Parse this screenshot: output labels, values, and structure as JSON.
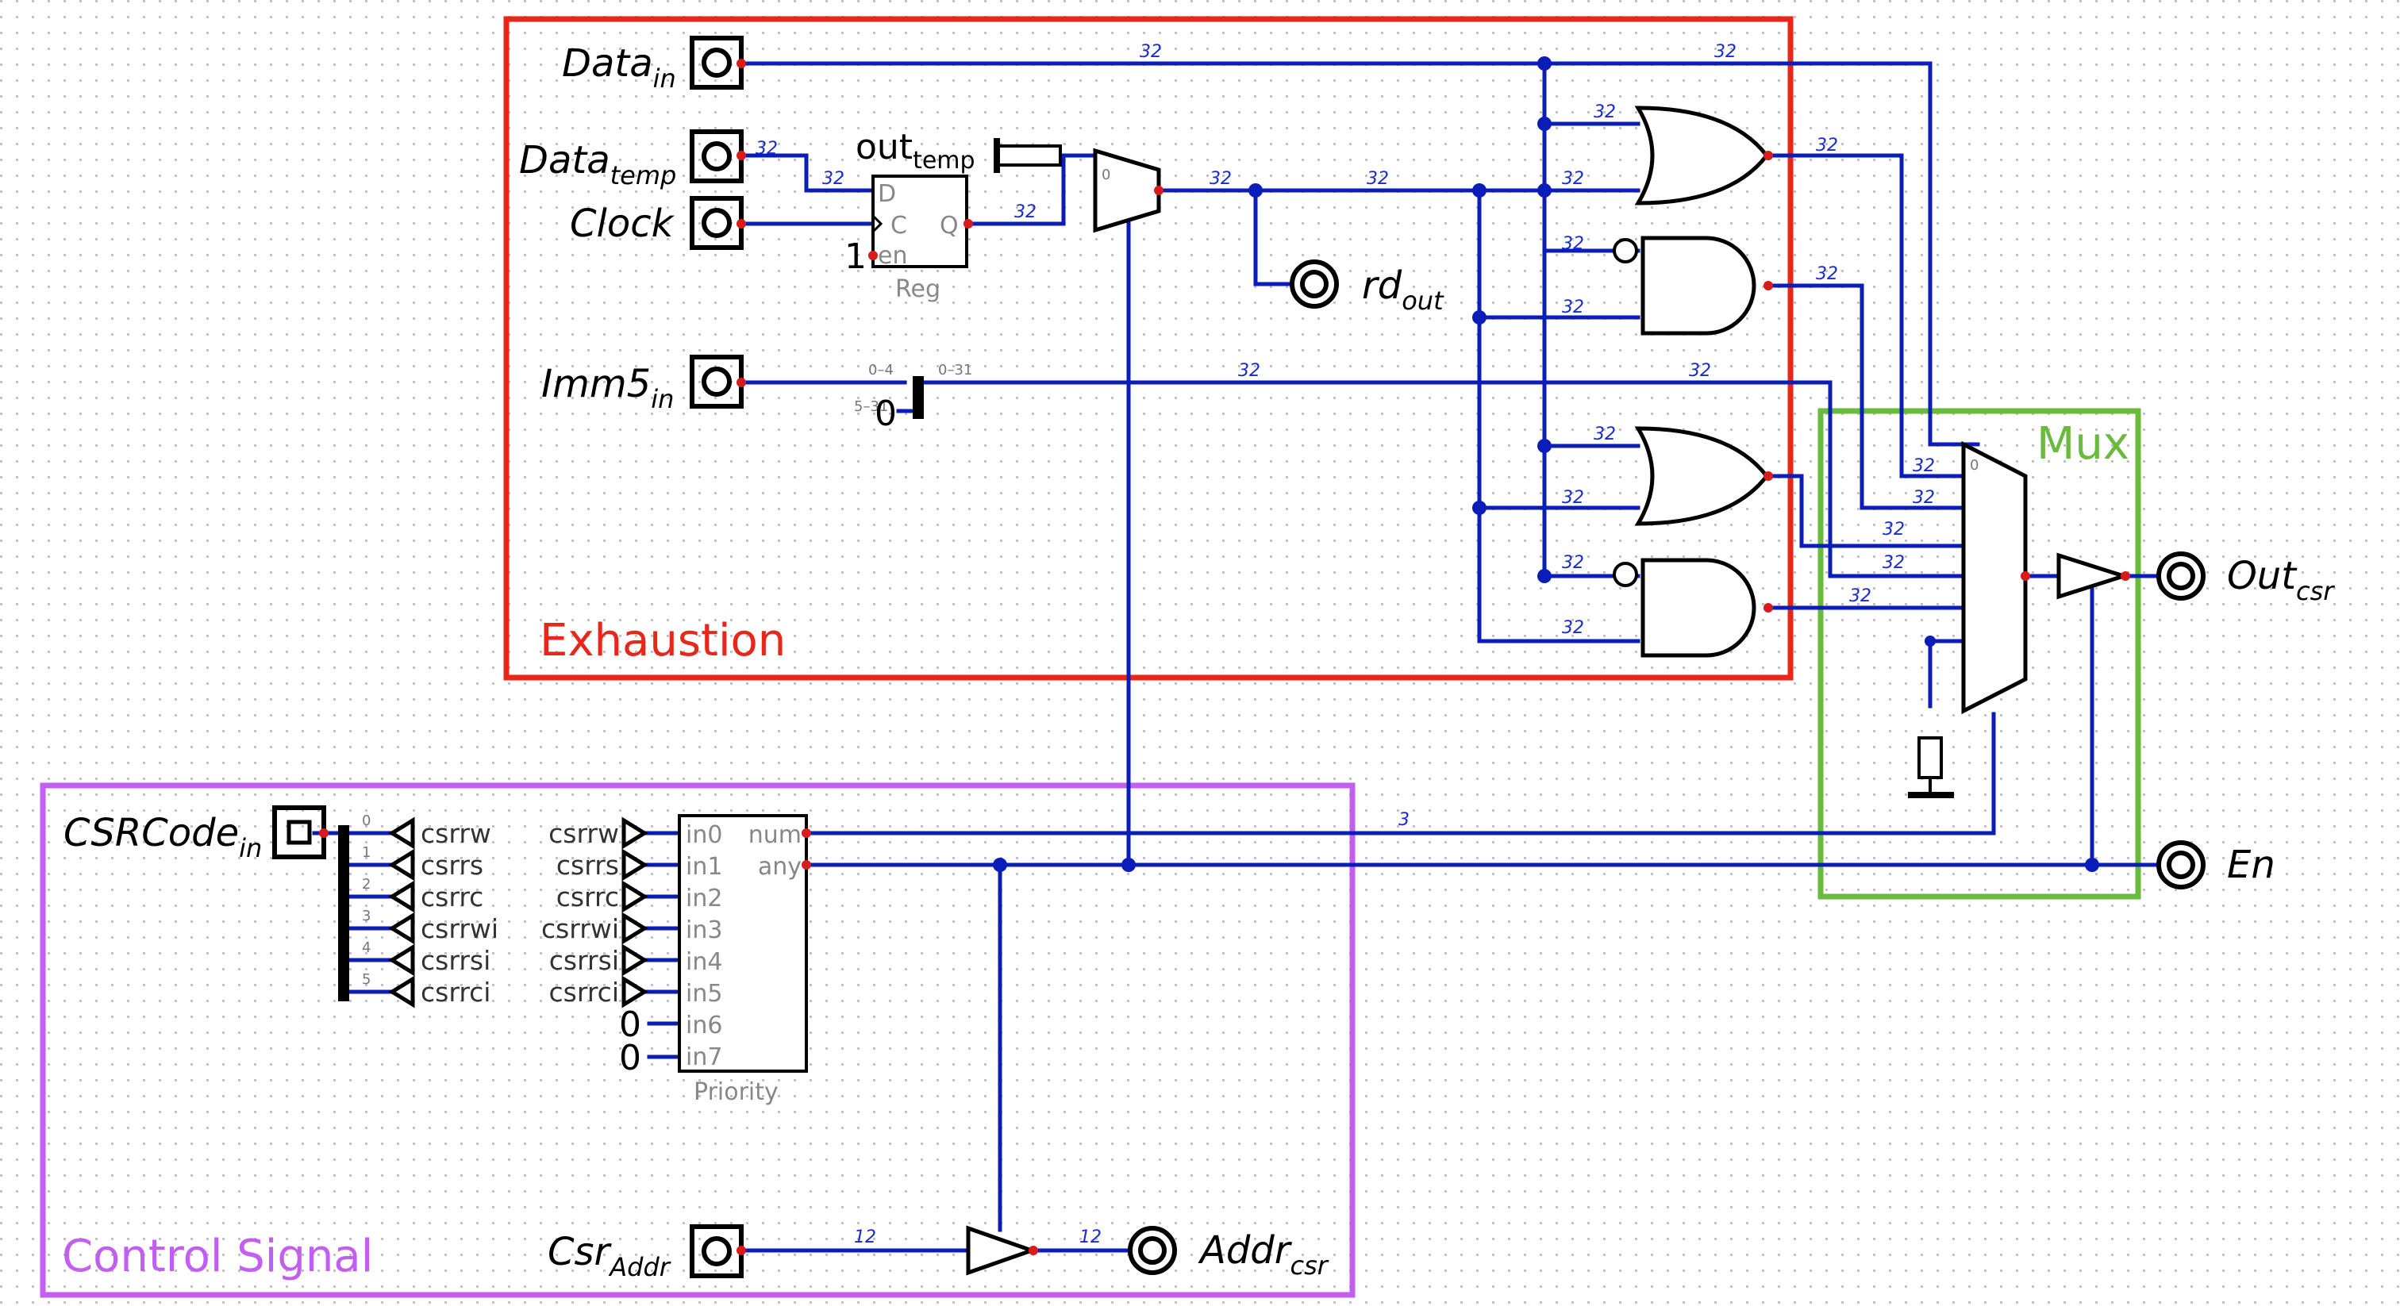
{
  "regions": {
    "exhaustion": {
      "label": "Exhaustion",
      "color": "#e8261a"
    },
    "mux": {
      "label": "Mux",
      "color": "#6aba3e"
    },
    "control": {
      "label": "Control Signal",
      "color": "#c35ff0"
    }
  },
  "pins": {
    "data_in": {
      "base": "Data",
      "sub": "in"
    },
    "data_temp": {
      "base": "Data",
      "sub": "temp"
    },
    "clock": {
      "base": "Clock",
      "sub": ""
    },
    "imm5_in": {
      "base": "Imm5",
      "sub": "in"
    },
    "csrcode_in": {
      "base": "CSRCode",
      "sub": "in"
    },
    "csr_addr": {
      "base": "Csr",
      "sub": "Addr"
    },
    "rd_out": {
      "base": "rd",
      "sub": "out"
    },
    "out_csr": {
      "base": "Out",
      "sub": "csr"
    },
    "en": {
      "base": "En",
      "sub": ""
    },
    "addr_csr": {
      "base": "Addr",
      "sub": "csr"
    }
  },
  "out_temp": {
    "base": "out",
    "sub": "temp"
  },
  "register": {
    "name": "Reg",
    "d": "D",
    "c": "C",
    "q": "Q",
    "en": "en",
    "en_const": "1"
  },
  "splitter_imm": {
    "low": "0–4",
    "high": "5–31",
    "out": "0–31",
    "const": "0"
  },
  "mux_select_label": "0",
  "mux2_select_label": "0",
  "widths": {
    "w32": "32",
    "w3": "3",
    "w12": "12"
  },
  "csr_tunnels": [
    "csrrw",
    "csrrs",
    "csrrc",
    "csrrwi",
    "csrrsi",
    "csrrci"
  ],
  "csr_bit_labels": [
    "0",
    "1",
    "2",
    "3",
    "4",
    "5"
  ],
  "priority": {
    "name": "Priority",
    "inputs": [
      "in0",
      "in1",
      "in2",
      "in3",
      "in4",
      "in5",
      "in6",
      "in7"
    ],
    "num": "num",
    "any": "any",
    "const": "0"
  },
  "colors": {
    "wire": "#0b1db8",
    "junction_dot": "#d81b1b"
  }
}
